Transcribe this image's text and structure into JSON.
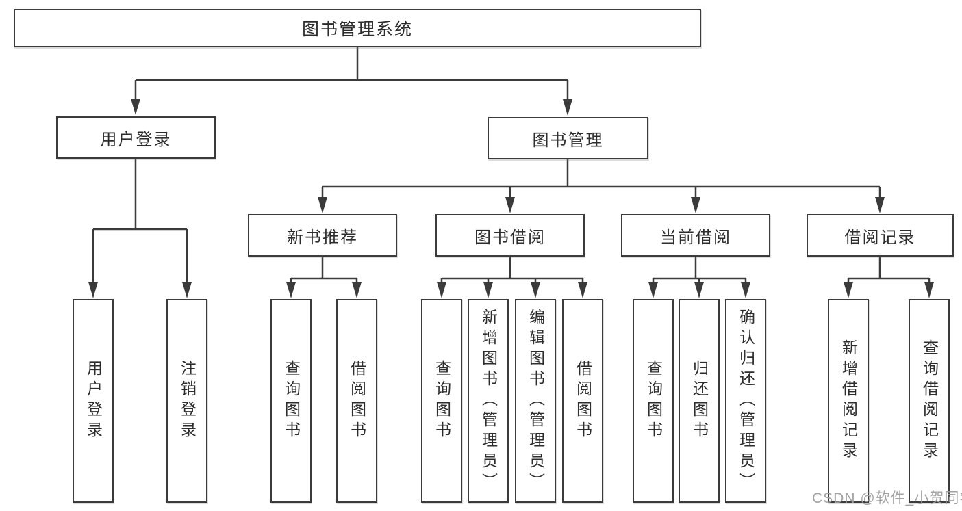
{
  "root": {
    "label": "图书管理系统"
  },
  "level2": [
    {
      "label": "用户登录"
    },
    {
      "label": "图书管理"
    }
  ],
  "level3": [
    {
      "parent": "图书管理",
      "label": "新书推荐"
    },
    {
      "parent": "图书管理",
      "label": "图书借阅"
    },
    {
      "parent": "图书管理",
      "label": "当前借阅"
    },
    {
      "parent": "图书管理",
      "label": "借阅记录"
    }
  ],
  "leaves": [
    {
      "parent": "用户登录",
      "label": "用户登录"
    },
    {
      "parent": "用户登录",
      "label": "注销登录"
    },
    {
      "parent": "新书推荐",
      "label": "查询图书"
    },
    {
      "parent": "新书推荐",
      "label": "借阅图书"
    },
    {
      "parent": "图书借阅",
      "label": "查询图书"
    },
    {
      "parent": "图书借阅",
      "label": "新增图书（管理员）"
    },
    {
      "parent": "图书借阅",
      "label": "编辑图书（管理员）"
    },
    {
      "parent": "图书借阅",
      "label": "借阅图书"
    },
    {
      "parent": "当前借阅",
      "label": "查询图书"
    },
    {
      "parent": "当前借阅",
      "label": "归还图书"
    },
    {
      "parent": "当前借阅",
      "label": "确认归还（管理员）"
    },
    {
      "parent": "借阅记录",
      "label": "新增借阅记录"
    },
    {
      "parent": "借阅记录",
      "label": "查询借阅记录"
    }
  ],
  "watermark": {
    "text": "CSDN @软件_小贺同学"
  },
  "colors": {
    "line": "#3b3b3b",
    "text": "#2d2d2d",
    "box_background": "#ffffff",
    "page_background": "#ffffff",
    "watermark": "#9e9e9e"
  }
}
